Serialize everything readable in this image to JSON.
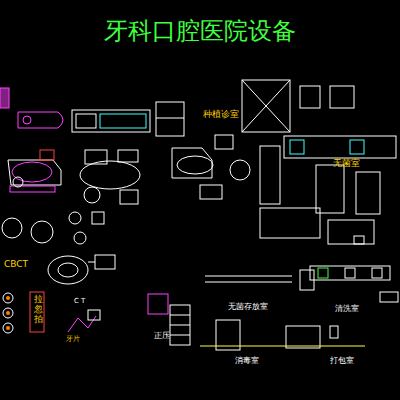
{
  "diagram": {
    "title": "牙科口腔医院设备",
    "labels": [
      "种植诊室",
      "无菌室",
      "CBCT",
      "拉忽拍",
      "C T",
      "牙片",
      "无菌存放室",
      "清洗室",
      "正压",
      "消毒室",
      "打包室"
    ]
  }
}
